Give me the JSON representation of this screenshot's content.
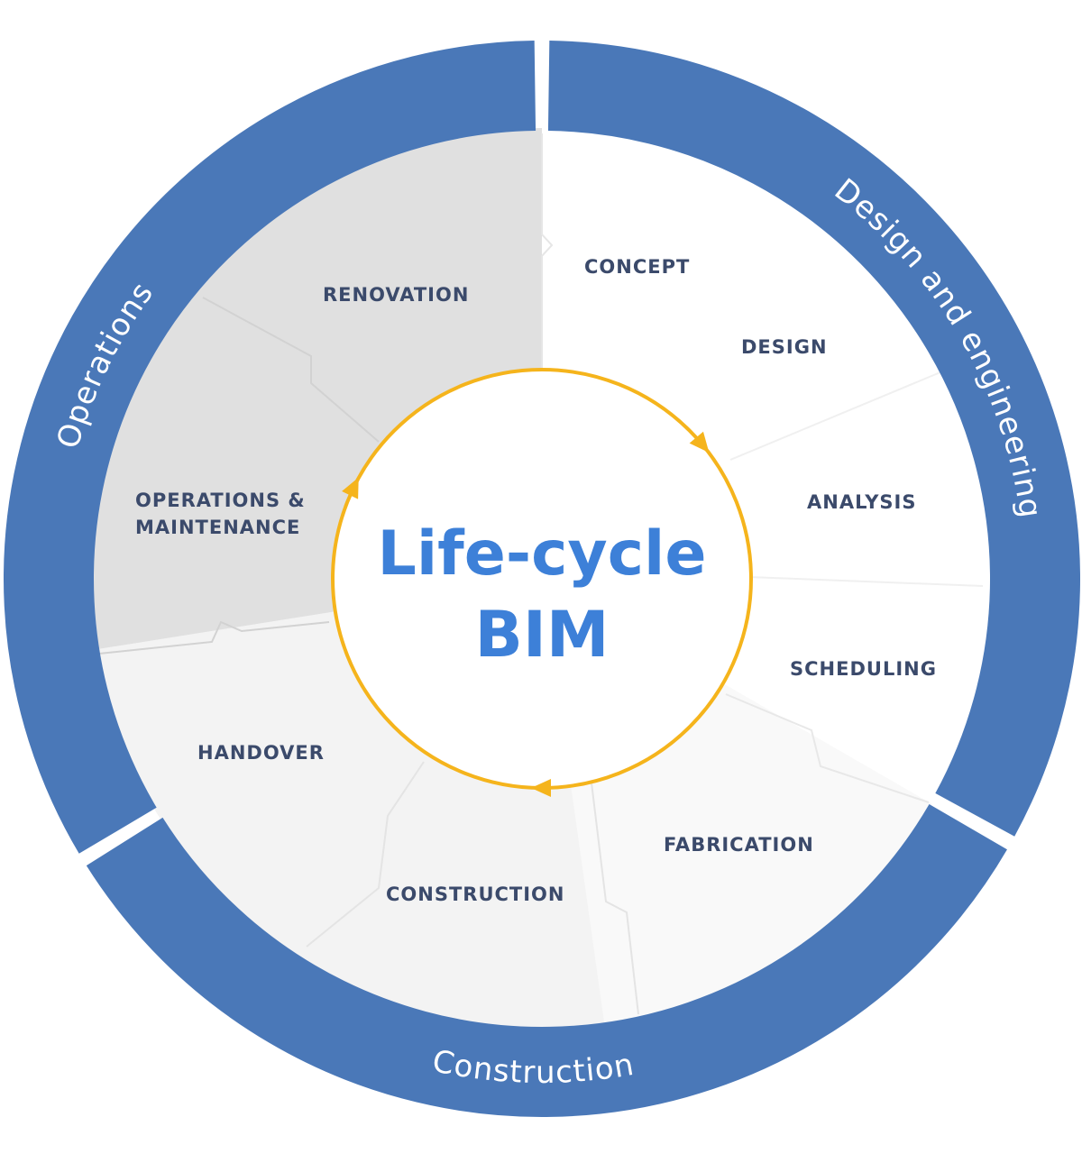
{
  "title": {
    "line1": "Life-cycle",
    "line2": "BIM"
  },
  "phases": {
    "operations": "Operations",
    "design": "Design and engineering",
    "construction": "Construction"
  },
  "stages": {
    "concept": "CONCEPT",
    "design": "DESIGN",
    "analysis": "ANALYSIS",
    "scheduling": "SCHEDULING",
    "fabrication": "FABRICATION",
    "construction": "CONSTRUCTION",
    "handover": "HANDOVER",
    "operations_line1": "OPERATIONS &",
    "operations_line2": "MAINTENANCE",
    "renovation": "RENOVATION"
  },
  "colors": {
    "ring": "#4a78b8",
    "cycle": "#f5b41c",
    "title": "#3d80d8",
    "stage_text": "#3b4a6b"
  }
}
